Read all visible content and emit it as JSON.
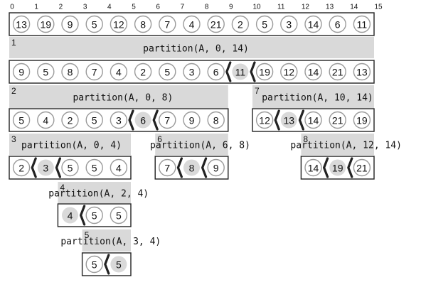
{
  "index_labels": [
    "0",
    "1",
    "2",
    "3",
    "4",
    "5",
    "6",
    "7",
    "8",
    "9",
    "10",
    "11",
    "12",
    "13",
    "14",
    "15"
  ],
  "initial_array": [
    13,
    19,
    9,
    5,
    12,
    8,
    7,
    4,
    21,
    2,
    5,
    3,
    14,
    6,
    11
  ],
  "steps": [
    {
      "number": "1",
      "call": "partition(A, 0, 14)",
      "lo": 0,
      "hi": 14,
      "pivot_index": 9,
      "result": [
        9,
        5,
        8,
        7,
        4,
        2,
        5,
        3,
        6,
        11,
        19,
        12,
        14,
        21,
        13
      ]
    },
    {
      "number": "2",
      "call": "partition(A, 0, 8)",
      "lo": 0,
      "hi": 8,
      "pivot_index": 5,
      "result": [
        5,
        4,
        2,
        5,
        3,
        6,
        7,
        9,
        8
      ]
    },
    {
      "number": "7",
      "call": "partition(A, 10, 14)",
      "lo": 10,
      "hi": 14,
      "pivot_index": 11,
      "result": [
        12,
        13,
        14,
        21,
        19
      ]
    },
    {
      "number": "3",
      "call": "partition(A, 0, 4)",
      "lo": 0,
      "hi": 4,
      "pivot_index": 1,
      "result": [
        2,
        3,
        5,
        5,
        4
      ]
    },
    {
      "number": "6",
      "call": "partition(A, 6, 8)",
      "lo": 6,
      "hi": 8,
      "pivot_index": 7,
      "result": [
        7,
        8,
        9
      ]
    },
    {
      "number": "8",
      "call": "partition(A, 12, 14)",
      "lo": 12,
      "hi": 14,
      "pivot_index": 13,
      "result": [
        14,
        19,
        21
      ]
    },
    {
      "number": "4",
      "call": "partition(A, 2, 4)",
      "lo": 2,
      "hi": 4,
      "pivot_index": 2,
      "result": [
        4,
        5,
        5
      ]
    },
    {
      "number": "5",
      "call": "partition(A, 3, 4)",
      "lo": 3,
      "hi": 4,
      "pivot_index": 4,
      "result": [
        5,
        5
      ]
    }
  ],
  "colors": {
    "band": "#d9d9d9",
    "pivot_fill": "#d9d9d9",
    "circle_stroke": "#9a9a9a",
    "box_stroke": "#222222",
    "text": "#111111"
  }
}
